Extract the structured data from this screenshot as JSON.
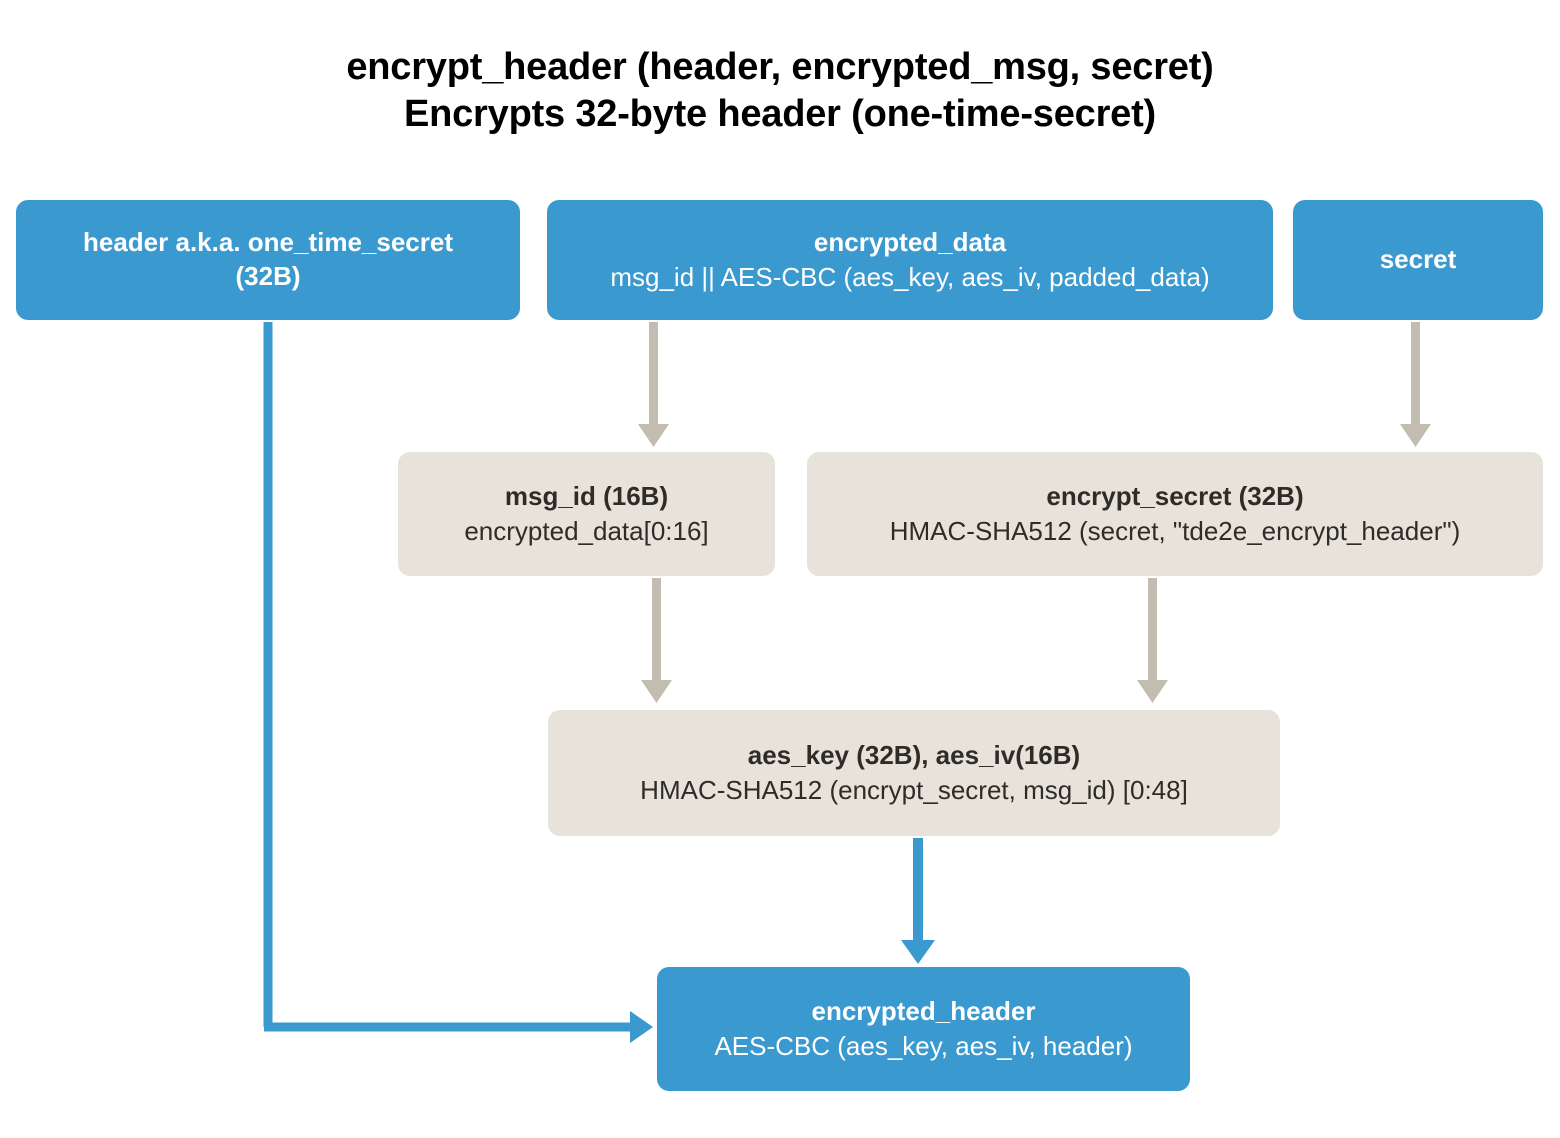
{
  "title": {
    "line1": "encrypt_header (header, encrypted_msg, secret)",
    "line2": "Encrypts 32-byte header (one-time-secret)"
  },
  "colors": {
    "blue": "#3a99ce",
    "beige": "#e8e3da",
    "arrow_gray": "#c3bdb1",
    "arrow_blue": "#3a99ce",
    "background": "#ffffff",
    "blue_text": "#ffffff",
    "beige_text": "#2f2c27",
    "title_text": "#000000"
  },
  "nodes": {
    "header": {
      "title": "header a.k.a. one_time_secret",
      "subtitle": "(32B)",
      "style": "blue"
    },
    "encrypted_data": {
      "title": "encrypted_data",
      "subtitle": "msg_id || AES-CBC (aes_key, aes_iv, padded_data)",
      "style": "blue"
    },
    "secret": {
      "title": "secret",
      "subtitle": "",
      "style": "blue"
    },
    "msg_id": {
      "title": "msg_id (16B)",
      "subtitle": "encrypted_data[0:16]",
      "style": "beige"
    },
    "encrypt_secret": {
      "title": "encrypt_secret (32B)",
      "subtitle": "HMAC-SHA512 (secret, \"tde2e_encrypt_header\")",
      "style": "beige"
    },
    "aes_key": {
      "title": "aes_key (32B), aes_iv(16B)",
      "subtitle": "HMAC-SHA512 (encrypt_secret, msg_id) [0:48]",
      "style": "beige"
    },
    "encrypted_header": {
      "title": "encrypted_header",
      "subtitle": "AES-CBC (aes_key, aes_iv, header)",
      "style": "blue"
    }
  },
  "edges": [
    {
      "name": "encrypted-data-to-msg-id",
      "from": "encrypted_data",
      "to": "msg_id",
      "color": "gray",
      "shape": "vertical"
    },
    {
      "name": "secret-to-encrypt-secret",
      "from": "secret",
      "to": "encrypt_secret",
      "color": "gray",
      "shape": "vertical"
    },
    {
      "name": "msg-id-to-aes-key",
      "from": "msg_id",
      "to": "aes_key",
      "color": "gray",
      "shape": "vertical"
    },
    {
      "name": "encrypt-secret-to-aes-key",
      "from": "encrypt_secret",
      "to": "aes_key",
      "color": "gray",
      "shape": "vertical"
    },
    {
      "name": "aes-key-to-encrypted-header",
      "from": "aes_key",
      "to": "encrypted_header",
      "color": "blue",
      "shape": "vertical"
    },
    {
      "name": "header-to-encrypted-header",
      "from": "header",
      "to": "encrypted_header",
      "color": "blue",
      "shape": "elbow"
    }
  ]
}
